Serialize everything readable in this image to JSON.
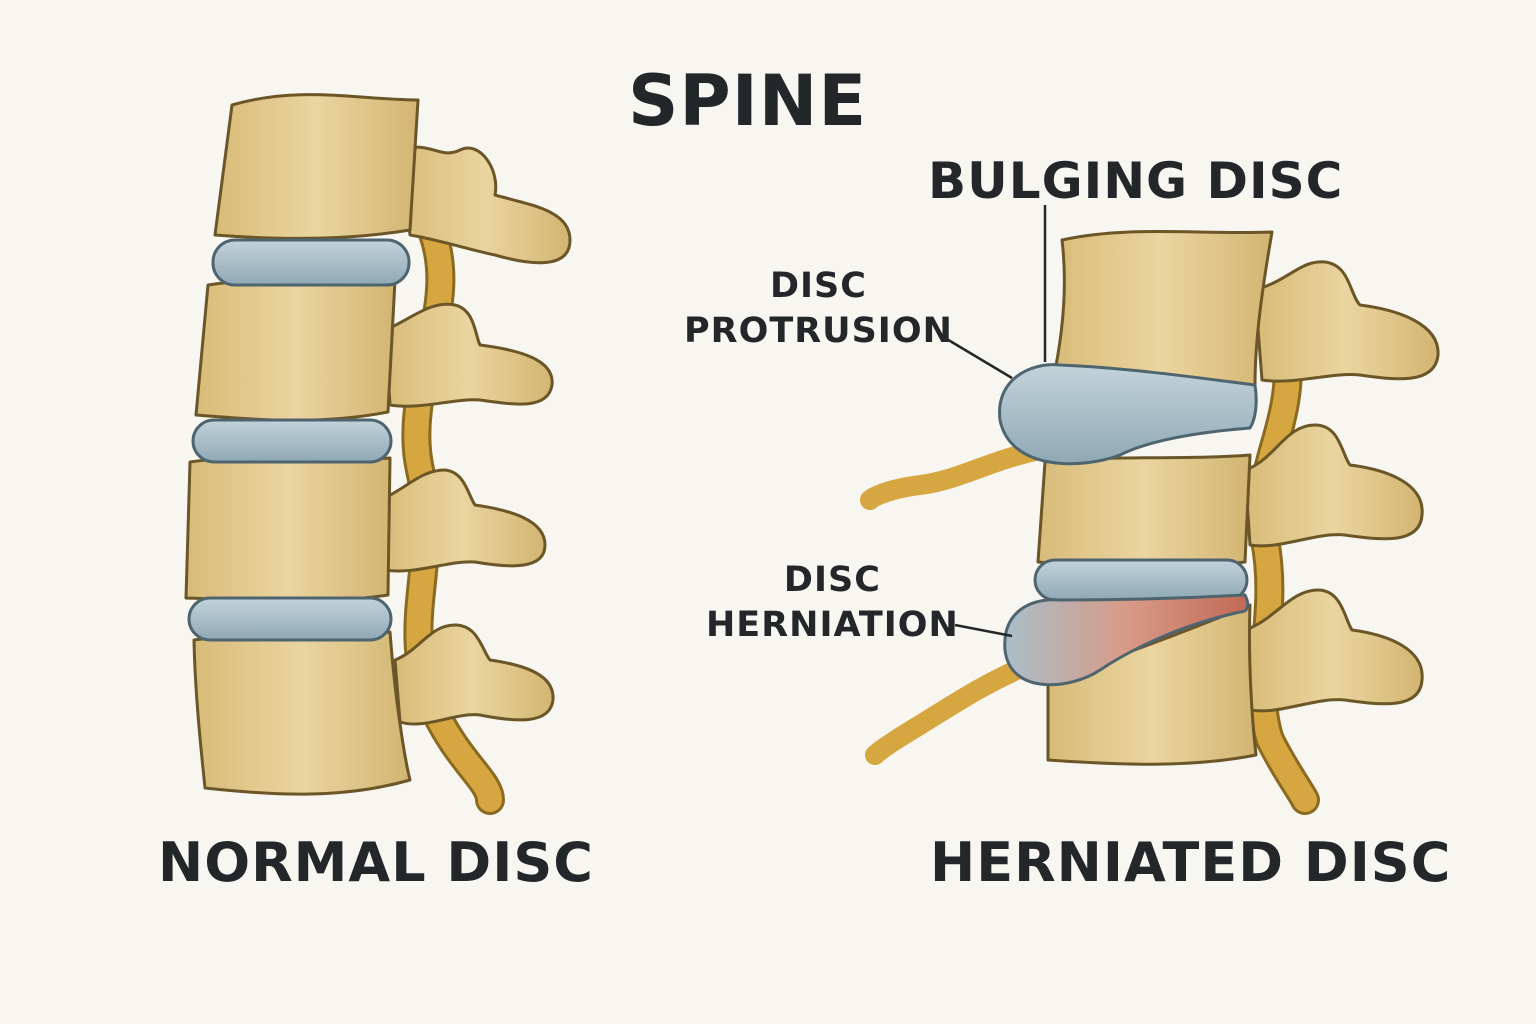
{
  "title": "SPINE",
  "labels": {
    "bulging_disc": "BULGING DISC",
    "disc_protrusion_line1": "DISC",
    "disc_protrusion_line2": "PROTRUSION",
    "disc_herniation_line1": "DISC",
    "disc_herniation_line2": "HERNIATION",
    "normal_disc": "NORMAL DISC",
    "herniated_disc": "HERNIATED DISC"
  },
  "colors": {
    "background": "#f8f6f1",
    "bone": "#e3cb8e",
    "bone_outline": "#6b5628",
    "disc": "#a9bfc9",
    "nerve": "#d6a640",
    "herniation": "#c9705c",
    "text": "#23272a"
  }
}
